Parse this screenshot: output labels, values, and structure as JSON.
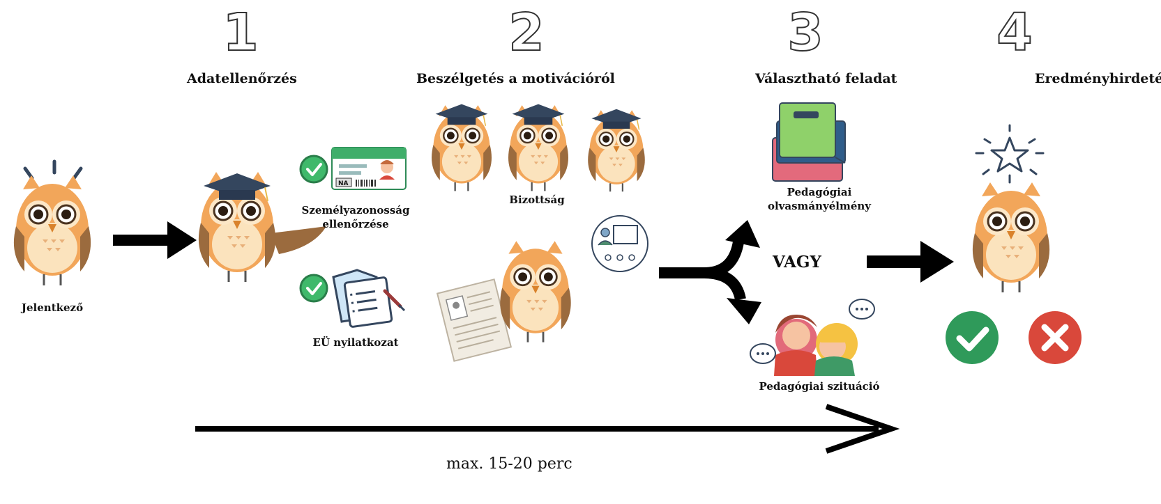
{
  "steps": [
    {
      "number": "1",
      "title": "Adatellenőrzés"
    },
    {
      "number": "2",
      "title": "Beszélgetés a motivációról"
    },
    {
      "number": "3",
      "title": "Választható feladat"
    },
    {
      "number": "4",
      "title": "Eredményhirdetés"
    }
  ],
  "applicant_label": "Jelentkező",
  "id_check_label": "Személyazonosság ellenőrzése",
  "id_card_text": "NA",
  "health_declaration_label": "EÜ nyilatkozat",
  "committee_label": "Bizottság",
  "reading_label": "Pedagógiai olvasmányélmény",
  "or_label": "VAGY",
  "situation_label": "Pedagógiai szituáció",
  "duration_label": "max. 15-20 perc",
  "colors": {
    "owl_body": "#f2a65a",
    "owl_wing": "#9b6b3e",
    "owl_belly": "#fbe3bd",
    "cap": "#34465e",
    "check_green": "#2f9a5a",
    "cross_red": "#d9483b",
    "arrow": "#000000"
  }
}
